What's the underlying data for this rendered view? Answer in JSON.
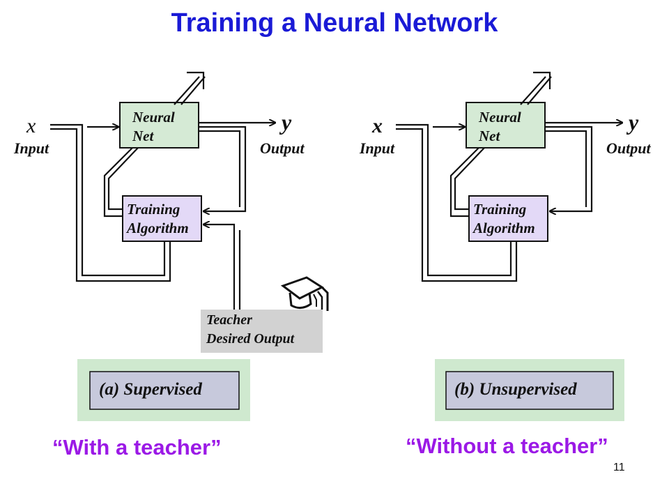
{
  "slide": {
    "title": "Training a Neural Network",
    "page_number": "11"
  },
  "diagram_a": {
    "input_var": "x",
    "input_label": "Input",
    "output_var": "y",
    "output_label": "Output",
    "net_line1": "Neural",
    "net_line2": "Net",
    "algo_line1": "Training",
    "algo_line2": "Algorithm",
    "teacher_line1": "Teacher",
    "teacher_line2": "Desired Output",
    "mode_label": "(a) Supervised",
    "caption": "“With a teacher”"
  },
  "diagram_b": {
    "input_var": "x",
    "input_label": "Input",
    "output_var": "y",
    "output_label": "Output",
    "net_line1": "Neural",
    "net_line2": "Net",
    "algo_line1": "Training",
    "algo_line2": "Algorithm",
    "mode_label": "(b) Unsupervised",
    "caption": "“Without a teacher”"
  },
  "colors": {
    "title": "#1a1ad6",
    "caption": "#9b19e6",
    "neural_net_fill": "#d5ead5",
    "algorithm_fill": "#e3d9f7",
    "teacher_fill": "#d2d2d2",
    "mode_outer_fill": "#cfe9cf",
    "mode_inner_fill": "#c7c9dc"
  },
  "icons": [
    "graduation-cap-icon"
  ]
}
